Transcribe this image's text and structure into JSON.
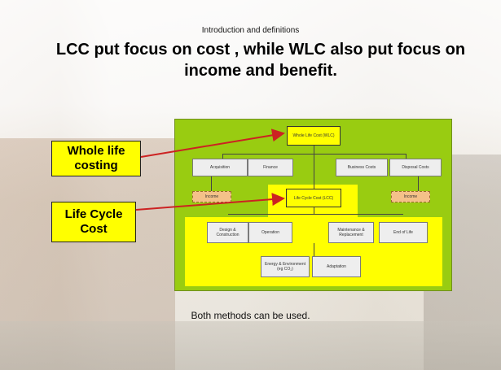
{
  "slide": {
    "subtitle": "Introduction and definitions",
    "title": "LCC  put focus on cost , while WLC also put focus on  income and  benefit.",
    "caption": "Both methods can be used."
  },
  "callouts": {
    "wlc": "Whole life costing",
    "lcc": "Life Cycle Cost"
  },
  "diagram": {
    "root": "Whole Life Cost (WLC)",
    "acquisition": "Acquisition",
    "finance": "Finance",
    "business_costs": "Business Costs",
    "disposal_costs": "Disposal Costs",
    "income_left": "Income",
    "income_right": "Income",
    "lcc": "Life Cycle Cost (LCC)",
    "design": "Design & Construction",
    "operation": "Operation",
    "maintenance": "Maintenance & Replacement",
    "end_of_life": "End of Life",
    "energy": "Energy & Environment (eg CO₂)",
    "adaptation": "Adaptation"
  },
  "colors": {
    "diagram_bg": "#99cc11",
    "callout_bg": "#ffff00",
    "arrow": "#cc2222",
    "income_box": "#f4c189"
  }
}
